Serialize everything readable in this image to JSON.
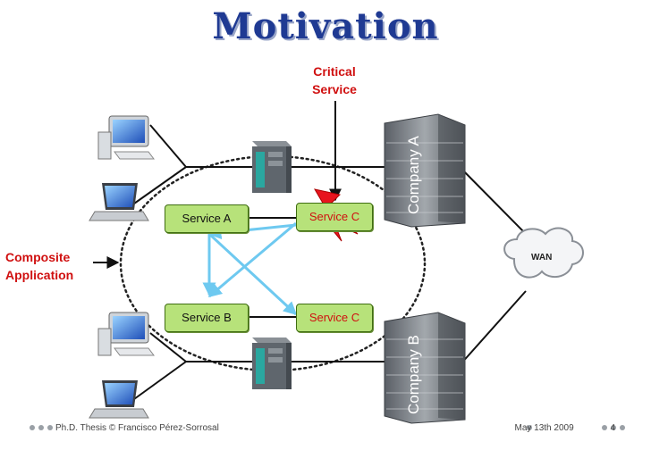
{
  "slide": {
    "title": "Motivation",
    "critical_label_line1": "Critical",
    "critical_label_line2": "Service",
    "composite_label_line1": "Composite",
    "composite_label_line2": "Application",
    "services": {
      "a": "Service A",
      "b": "Service B",
      "c_top": "Service C",
      "c_bottom": "Service C"
    },
    "company_a": "Company A",
    "company_b": "Company B",
    "wan": "WAN",
    "footer_left": "Ph.D. Thesis © Francisco Pérez-Sorrosal",
    "footer_right": "May 13th 2009",
    "page_number": "4"
  },
  "colors": {
    "title": "#1f3a93",
    "service_fill": "#b7e27a",
    "critical_text": "#d01010",
    "arrow_blue": "#6ec9f0",
    "lightning": "#e8141e"
  },
  "icons": [
    "desktop-computer-icon",
    "laptop-icon",
    "server-tower-icon",
    "datacenter-building-icon",
    "wan-cloud-icon",
    "lightning-bolt-icon"
  ]
}
